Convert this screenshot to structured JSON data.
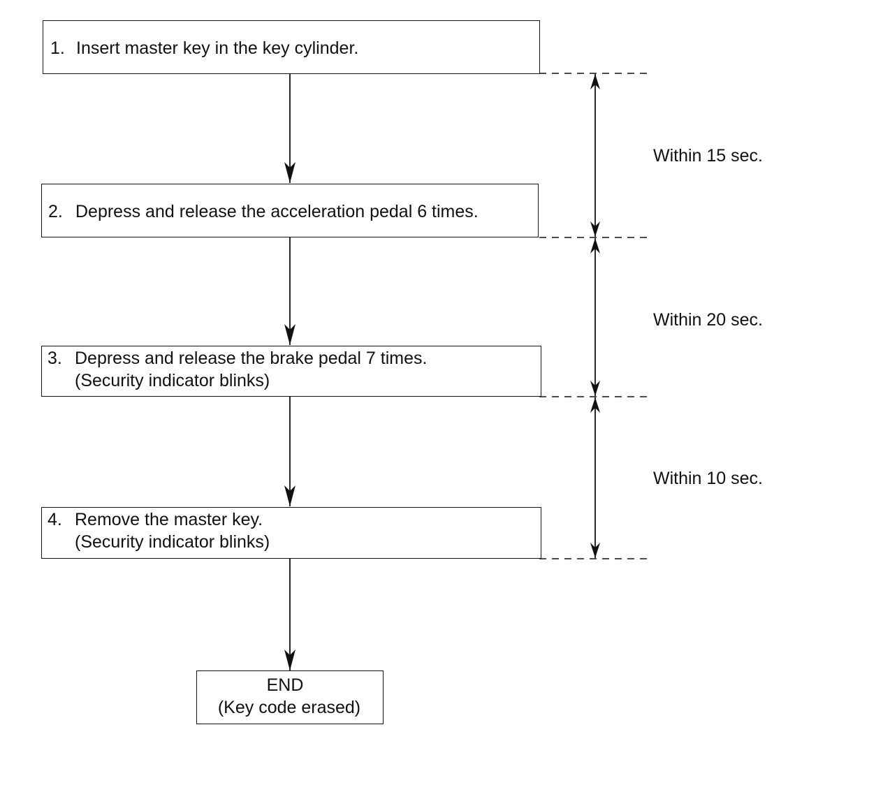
{
  "steps": [
    {
      "num": "1.",
      "line1": "Insert master key in the key cylinder.",
      "line2": ""
    },
    {
      "num": "2.",
      "line1": "Depress and release the acceleration pedal 6 times.",
      "line2": ""
    },
    {
      "num": "3.",
      "line1": "Depress and release the brake pedal 7 times.",
      "line2": "(Security indicator blinks)"
    },
    {
      "num": "4.",
      "line1": "Remove the master key.",
      "line2": "(Security indicator blinks)"
    }
  ],
  "end": {
    "line1": "END",
    "line2": "(Key code erased)"
  },
  "timings": [
    {
      "label": "Within 15 sec."
    },
    {
      "label": "Within 20 sec."
    },
    {
      "label": "Within 10 sec."
    }
  ]
}
